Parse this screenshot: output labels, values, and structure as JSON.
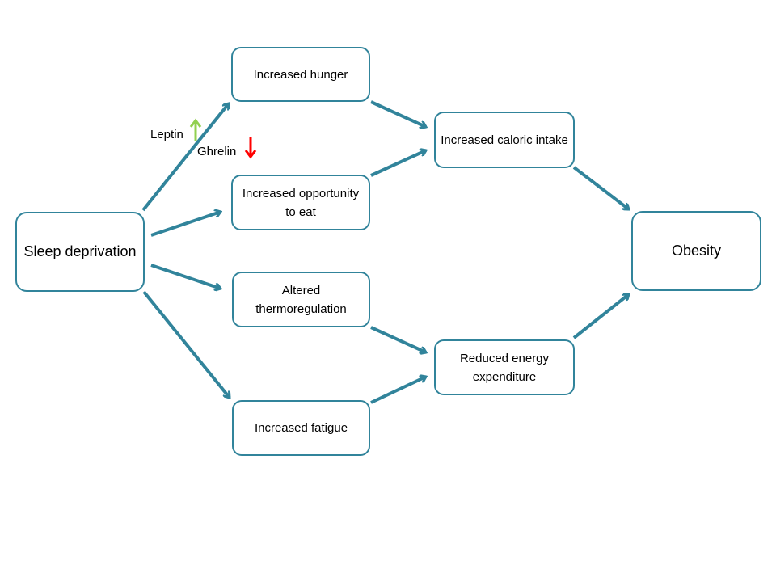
{
  "diagram": {
    "title": "",
    "nodes": [
      {
        "id": "sleep",
        "label": "Sleep deprivation"
      },
      {
        "id": "hunger",
        "label": "Increased hunger"
      },
      {
        "id": "opportunity",
        "label": "Increased opportunity to eat"
      },
      {
        "id": "thermo",
        "label": "Altered thermoregulation"
      },
      {
        "id": "fatigue",
        "label": "Increased fatigue"
      },
      {
        "id": "caloric",
        "label": "Increased caloric intake"
      },
      {
        "id": "energy",
        "label": "Reduced energy expenditure"
      },
      {
        "id": "obesity",
        "label": "Obesity"
      }
    ],
    "edges": [
      {
        "from": "sleep",
        "to": "hunger"
      },
      {
        "from": "sleep",
        "to": "opportunity"
      },
      {
        "from": "sleep",
        "to": "thermo"
      },
      {
        "from": "sleep",
        "to": "fatigue"
      },
      {
        "from": "hunger",
        "to": "caloric"
      },
      {
        "from": "opportunity",
        "to": "caloric"
      },
      {
        "from": "thermo",
        "to": "energy"
      },
      {
        "from": "fatigue",
        "to": "energy"
      },
      {
        "from": "caloric",
        "to": "obesity"
      },
      {
        "from": "energy",
        "to": "obesity"
      }
    ],
    "annotations": {
      "leptin": {
        "label": "Leptin",
        "direction": "up",
        "color": "#92D050"
      },
      "ghrelin": {
        "label": "Ghrelin",
        "direction": "down",
        "color": "#FF0000"
      }
    },
    "colors": {
      "stroke": "#31849B"
    }
  }
}
